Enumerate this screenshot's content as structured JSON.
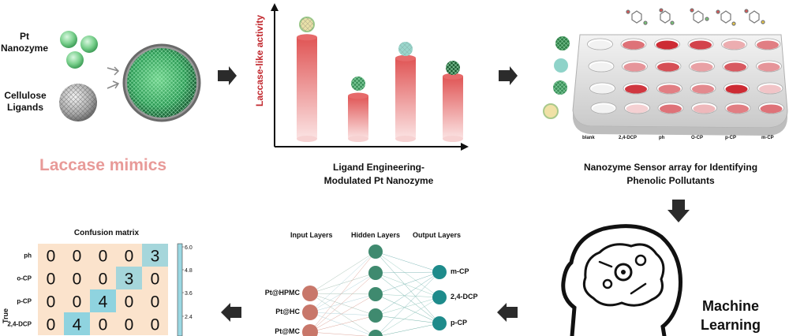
{
  "panel1": {
    "pt_label": "Pt\nNanozyme",
    "cellulose_label": "Cellulose\nLigands",
    "title": "Laccase mimics"
  },
  "panel2": {
    "ylabel": "Laccase-like activity",
    "caption": "Ligand Engineering-\nModulated Pt Nanozyme",
    "chart_data": {
      "type": "bar",
      "categories": [
        "",
        "",
        "",
        ""
      ],
      "values": [
        0.78,
        0.33,
        0.62,
        0.48
      ],
      "title": "",
      "xlabel": "",
      "ylabel": "Laccase-like activity",
      "ylim": [
        0,
        1
      ]
    }
  },
  "panel3": {
    "columns": [
      "blank",
      "2,4-DCP",
      "ph",
      "O-CP",
      "p-CP",
      "m-CP"
    ],
    "caption": "Nanozyme Sensor array for Identifying\nPhenolic Pollutants"
  },
  "panel4": {
    "text": "Machine\nLearning"
  },
  "panel5": {
    "layer_headers": [
      "Input Layers",
      "Hidden Layers",
      "Output Layers"
    ],
    "inputs": [
      "Pt@HPMC",
      "Pt@HC",
      "Pt@MC"
    ],
    "outputs": [
      "m-CP",
      "2,4-DCP",
      "p-CP"
    ]
  },
  "panel6": {
    "chart_data": {
      "type": "heatmap",
      "title": "Confusion matrix",
      "ylabel": "True",
      "row_labels": [
        "ph",
        "o-CP",
        "p-CP",
        "2,4-DCP"
      ],
      "values": [
        [
          0,
          0,
          0,
          0,
          3
        ],
        [
          0,
          0,
          0,
          3,
          0
        ],
        [
          0,
          0,
          4,
          0,
          0
        ],
        [
          0,
          4,
          0,
          0,
          0
        ]
      ],
      "colorbar_ticks": [
        "6.0",
        "4.8",
        "3.6",
        "2.4"
      ],
      "colorbar_range": [
        0,
        6
      ]
    }
  },
  "colors": {
    "bar": "#e05555",
    "heat_low": "#fbe3cc",
    "heat_high": "#8fd3df",
    "laccase_title": "#e89a98",
    "node_input": "#c8776a",
    "node_hidden": "#3f8a6f",
    "node_output": "#1e8b8b"
  }
}
